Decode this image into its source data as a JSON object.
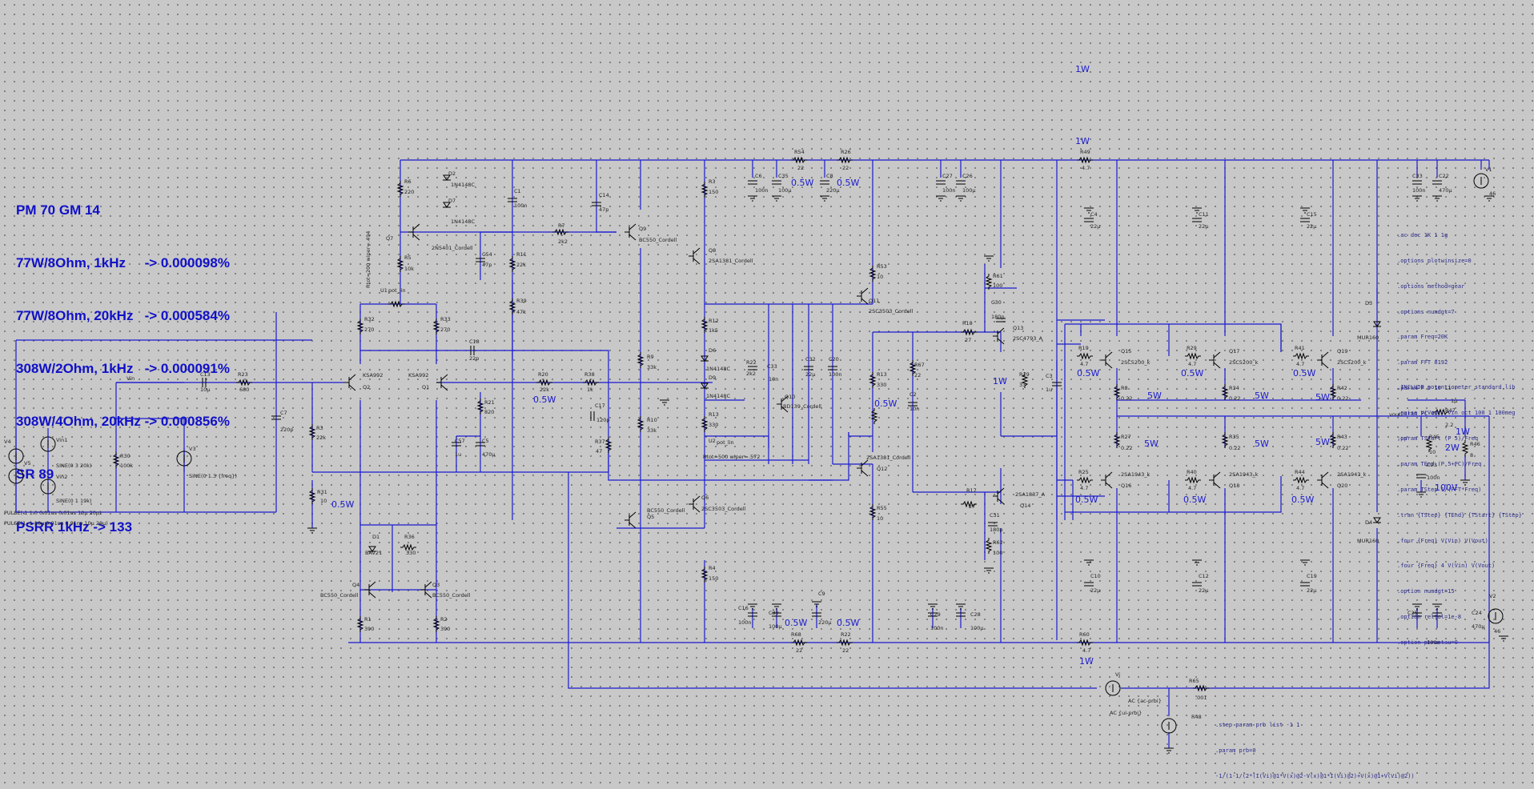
{
  "notes": [
    "PM 70 GM 14",
    "77W/8Ohm, 1kHz     -> 0.000098%",
    "77W/8Ohm, 20kHz   -> 0.000584%",
    "308W/2Ohm, 1kHz   -> 0.000091%",
    "308W/4Ohm, 20kHz -> 0.000856%",
    "SR 89",
    "PSRR 1kHz -> 133"
  ],
  "directives": [
    ".ac dec 1K 1 1g",
    ".options plotwinsize=0",
    ".options method=gear",
    ".options numdgt=7",
    ".param Freq=20K",
    ".param FFT 8192",
    ".param P 5 10",
    ".param PC 40",
    ".param TStart (P 5)/Freq",
    ".param TEnd (P 5+PC)/Freq",
    ".param TStep 1/(FFT*Freq)",
    ".tran {TStep} {TEnd} {TStart} {TStep}",
    ".four {Freq} V(Vin) V(Vout)",
    ".four {Freq} 4 V(Vin) V(Vout)",
    ".option numdgt=15",
    ".option reltol=1e-8",
    ".option ptrantau=0"
  ],
  "directives2": [
    ".INCLUDE potentiometer_standard.lib",
    ".noise V(Vout) Vin oct 100 1 100meg",
    ";op"
  ],
  "directives3": [
    ".step param prb list -1 1",
    ".param prb=0",
    "-1/(1-1/(2*(I(Vi)@1*V(x)@2-V(x)@1*I(Vi)@2)+V(x)@1+V(Vi)@2))"
  ],
  "power_labels": {
    "top1": "1W",
    "top2": "1W",
    "r54": "0.5W",
    "r26": "0.5W",
    "r13": "0.5W",
    "r19_1w": "1W",
    "r19": "0.5W",
    "r29": "0.5W",
    "r41": "0.5W",
    "r8": "5W",
    "r34": "5W",
    "r42": "5W",
    "r27": "5W",
    "r35": "5W",
    "r43": "5W",
    "r25": "0.5W",
    "r40": "0.5W",
    "r44": "0.5W",
    "r20": "0.5W",
    "r31": "0.5W",
    "r47": "1W",
    "r46": "2W",
    "c23": "100V",
    "r68": "0.5W",
    "r22": "0.5W",
    "bottom": "1W"
  },
  "components": {
    "q7": "Q7",
    "q7m": "2N5401_Cordell",
    "r6": "R6",
    "r6v": "220",
    "d2": "D2",
    "d2m": "1N4148C",
    "d7": "D7",
    "d7m": "1N4148C",
    "c1": "C1",
    "c1v": "100n",
    "c14": "C14",
    "c14v": "47p",
    "r5": "R5",
    "r5v": "10k",
    "c54": "C54",
    "c54v": "47p",
    "r11": "R11",
    "r11v": "22k",
    "r7": "R7",
    "r7v": "2k2",
    "q9": "Q9",
    "q9m": "BC550_Cordell",
    "r3": "R3",
    "r3v": "150",
    "q8": "Q8",
    "q8m": "2SA1381_Cordell",
    "c6": "C6",
    "c6v": "100n",
    "c35": "C35",
    "c35v": "100µ",
    "r54": "R54",
    "r54v": "22",
    "c8": "C8",
    "c8v": "220µ",
    "r26": "R26",
    "r26v": "22",
    "c27": "C27",
    "c27v": "100n",
    "c26": "C26",
    "c26v": "100µ",
    "r49": "R49",
    "r49v": "4.7",
    "c33": "C33",
    "c33v": "100n",
    "c22": "C22",
    "c22v": "470µ",
    "v1": "V1",
    "v1v": "46",
    "u1": "U1",
    "u1m": "pot_lin",
    "rtot1": "Rtot=200 wiper=.494",
    "r32": "R32",
    "r32v": "270",
    "r33": "R33",
    "r33v": "270",
    "c18": "C18",
    "c18v": "22p",
    "q2": "Q2",
    "q2m": "KSA992",
    "q1": "Q1",
    "q1m": "KSA992",
    "vin": "Vin",
    "c13": "C13",
    "c13v": "10µ",
    "r23": "R23",
    "r23v": "680",
    "c7": "C7",
    "c7v": "220p",
    "r3b": "R3",
    "r3bv": "22k",
    "r30": "R30",
    "r30v": "100k",
    "v3": "V3",
    "v3v": "SINE(0 1.3 {freq})",
    "v4": "V4",
    "v5": "V5",
    "vin1": "Vin1",
    "vin1v": "SINE(0 3 20k)",
    "vin2": "Vin2",
    "vin2v": "SINE(0 1 19k)",
    "pulse1": "PULSE(-1 1 0 0.01ns 0.01ns 10µ 20µ)",
    "pulse2": "PULSE(1 -1 10µ 0.01ns 0.01ns 10µ 20µ)",
    "r31": "R31",
    "r31v": "10",
    "r21": "R21",
    "r21v": "820",
    "c57": "C57",
    "c57v": "1u",
    "c5": "C5",
    "c5v": "470µ",
    "r39": "R39",
    "r39v": "47k",
    "r20": "R20",
    "r20v": "22k",
    "r38": "R38",
    "r38v": "1k",
    "c17": "C17",
    "c17v": "120p",
    "r37": "R37",
    "r37v": "47",
    "r9": "R9",
    "r9v": "33k",
    "r10": "R10",
    "r10v": "33k",
    "r12": "R12",
    "r12v": "1k5",
    "d6": "D6",
    "d6m": "1N4148C",
    "d9": "D9",
    "d9m": "1N4148C",
    "r22a": "R22",
    "r22av": "2k2",
    "c33b": "C33",
    "c33bv": "10n",
    "q10": "Q10",
    "q10m": "BD139_Cordell",
    "c32": "C32",
    "c32v": "22µ",
    "c20": "C20",
    "c20v": "100n",
    "r13": "R13",
    "r13v": "330",
    "u2": "U2",
    "u2m": "pot_lin",
    "rtot2": "Rtot=500 wiper=.572",
    "q5": "Q5",
    "q5m": "BC550_Cordell",
    "q6": "Q6",
    "q6m": "2SC3503_Cordell",
    "r4": "R4",
    "r4v": "150",
    "d1": "D1",
    "d1m": "BAV21",
    "r36": "R36",
    "r36v": "330",
    "q4": "Q4",
    "q4m": "BC550_Cordell",
    "q3": "Q3",
    "q3m": "BC550_Cordell",
    "r1": "R1",
    "r1v": "390",
    "r2": "R2",
    "r2v": "390",
    "r53": "R53",
    "r53v": "10",
    "q11": "Q11",
    "q11m": "2SC3503_Cordell",
    "r61": "R61",
    "r61v": "100",
    "c30": "C30",
    "c30v": "180p",
    "r18": "R18",
    "r18v": "27",
    "q13": "Q13",
    "q13m": "2SC4793_A",
    "r67": "R67",
    "r67v": "22",
    "c2": "C2",
    "c2v": "10n",
    "r19a": "R19",
    "r19av": "33",
    "c3": "C3",
    "c3v": "1u",
    "r13b": "R13",
    "r13bv": "330",
    "q12": "Q12",
    "q12m": "2SA1381_Cordell",
    "r55": "R55",
    "r55v": "10",
    "r17": "R17",
    "r17v": "27",
    "q14": "Q14",
    "q14m": "2SA1837_A",
    "c31": "C31",
    "c31v": "180p",
    "r62": "R62",
    "r62v": "100",
    "c4": "C4",
    "c4v": "22µ",
    "c11": "C11",
    "c11v": "22µ",
    "c15": "C15",
    "c15v": "22µ",
    "r19": "R19",
    "r19v": "4.7",
    "q15": "Q15",
    "q15m": "2SC5200_k",
    "r29": "R29",
    "r29v": "4.7",
    "q17": "Q17",
    "q17m": "2SC5200_k",
    "r41": "R41",
    "r41v": "4.7",
    "q19": "Q19",
    "q19m": "2SC5200_k",
    "r8": "R8",
    "r8v": "0.22",
    "r34": "R34",
    "r34v": "0.22",
    "r42": "R42",
    "r42v": "0.22",
    "r27": "R27",
    "r27v": "0.22",
    "r35": "R35",
    "r35v": "0.22",
    "r43": "R43",
    "r43v": "0.22",
    "r25": "R25",
    "r25v": "4.7",
    "q16": "Q16",
    "q16m": "2SA1943_k",
    "r40": "R40",
    "r40v": "4.7",
    "q18": "Q18",
    "q18m": "2SA1943_k",
    "r44": "R44",
    "r44v": "4.7",
    "q20": "Q20",
    "q20m": "2SA1943_k",
    "d3": "D3",
    "d3m": "MUR160",
    "d4": "D4",
    "d4m": "MUR160",
    "vout": "vout",
    "l1": "L1",
    "l1v": "1µ",
    "r47": "R47",
    "r47v": "2.2",
    "r45": "R45",
    "r45v": "10",
    "c23": "C23",
    "c23v": "100n",
    "r46": "R46",
    "r46v": "8",
    "c10": "C10",
    "c10v": "22µ",
    "c12": "C12",
    "c12v": "22µ",
    "c19": "C19",
    "c19v": "22µ",
    "c16": "C16",
    "c16v": "100n",
    "c39": "C39",
    "c39v": "100µ",
    "c9": "C9",
    "c9v": "220µ",
    "r68": "R68",
    "r68v": "22",
    "r22": "R22",
    "r22v": "22",
    "c29": "C29",
    "c29v": "100n",
    "c28": "C28",
    "c28v": "100µ",
    "r60": "R60",
    "r60v": "4.7",
    "c25": "C25",
    "c25v": "100n",
    "c24": "C24",
    "c24v": "470µ",
    "v2": "V2",
    "v2v": "46",
    "vi": "Vi",
    "viv": "AC {ac-prbi}",
    "r48": "R48",
    "r65": "R65",
    "r65v": ".001",
    "i1": "AC {ui-prbi}"
  }
}
